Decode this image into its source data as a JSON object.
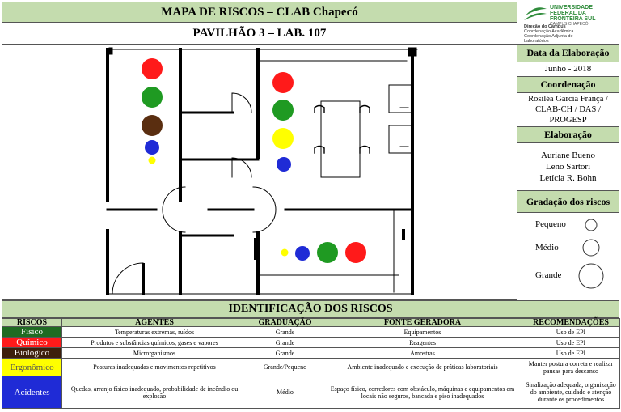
{
  "header": {
    "title": "MAPA DE RISCOS – CLAB Chapecó",
    "subtitle": "PAVILHÃO 3 – LAB. 107"
  },
  "logo": {
    "line1": "UNIVERSIDADE",
    "line2": "FEDERAL DA",
    "line3": "FRONTEIRA SUL",
    "campus": "CAMPUS CHAPECÓ",
    "dept1": "Direção do Campus",
    "dept2": "Coordenação Acadêmica",
    "dept3": "Coordenação Adjunta de",
    "dept4": "Laboratórios"
  },
  "panel": {
    "date_label": "Data da Elaboração",
    "date_value": "Junho - 2018",
    "coord_label": "Coordenação",
    "coord_value1": "Rosiléa Garcia França  /",
    "coord_value2": "CLAB-CH / DAS /",
    "coord_value3": "PROGESP",
    "elab_label": "Elaboração",
    "elab_names": [
      "Auriane Bueno",
      "Leno Sartori",
      "Letícia R. Bohn"
    ],
    "grad_label": "Gradação dos riscos",
    "grad_levels": [
      "Pequeno",
      "Médio",
      "Grande"
    ]
  },
  "colors": {
    "panel_green": "#c4dcae",
    "fisico": "#1f6b22",
    "quimico": "#ff1a1a",
    "biologico": "#5a2e10",
    "ergonomico": "#ffff00",
    "acidentes": "#1f2bd6"
  },
  "table": {
    "title": "IDENTIFICAÇÃO DOS RISCOS",
    "headers": [
      "RISCOS",
      "AGENTES",
      "GRADUAÇÃO",
      "FONTE GERADORA",
      "RECOMENDAÇÕES"
    ],
    "rows": [
      {
        "risco": "Físico",
        "agente": "Temperaturas extremas, ruídos",
        "grad": "Grande",
        "fonte": "Equipamentos",
        "rec": "Uso de EPI"
      },
      {
        "risco": "Químico",
        "agente": "Produtos e substâncias químicos, gases e vapores",
        "grad": "Grande",
        "fonte": "Reagentes",
        "rec": "Uso de EPI"
      },
      {
        "risco": "Biológico",
        "agente": "Microrganismos",
        "grad": "Grande",
        "fonte": "Amostras",
        "rec": "Uso de EPI"
      },
      {
        "risco": "Ergonômico",
        "agente": "Posturas inadequadas e movimentos repetitivos",
        "grad": "Grande/Pequeno",
        "fonte": "Ambiente inadequado e execução de práticas laboratoriais",
        "rec": "Manter postura correta e realizar pausas para descanso"
      },
      {
        "risco": "Acidentes",
        "agente": "Quedas, arranjo físico inadequado, probabilidade de incêndio ou explosão",
        "grad": "Médio",
        "fonte": "Espaço físico, corredores com obstáculo, máquinas e equipamentos em locais não seguros, bancada e piso inadequados",
        "rec": "Sinalização adequada, organização do ambiente, cuidado e atenção durante os procedimentos"
      }
    ]
  }
}
